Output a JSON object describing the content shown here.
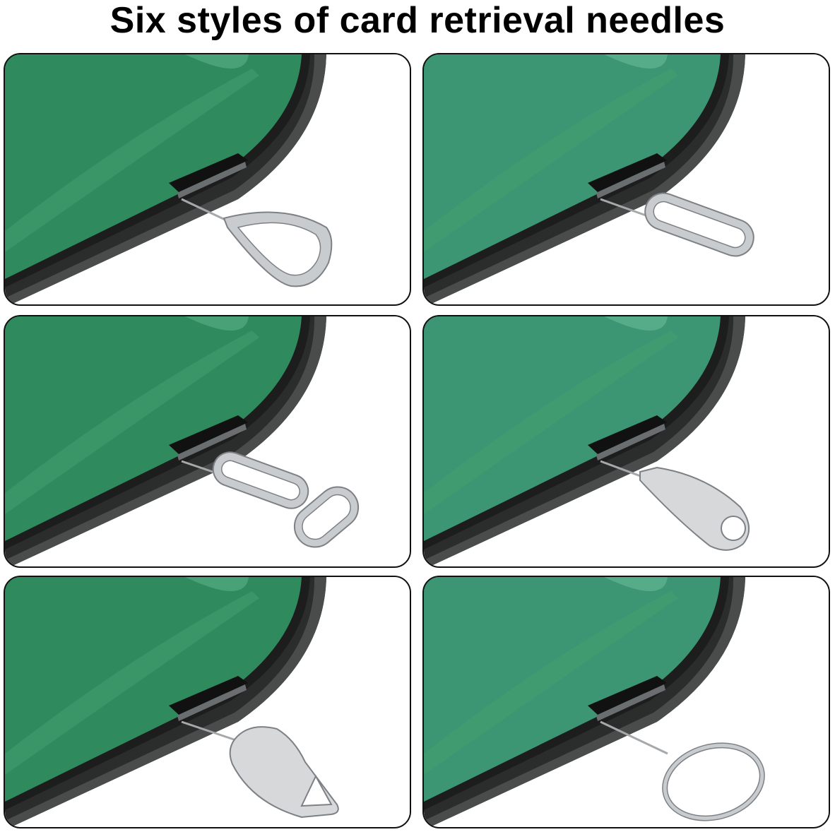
{
  "title": "Six styles of card retrieval needles",
  "colors": {
    "screen_green": "#2f8a5e",
    "screen_green_light": "#5fb58d",
    "phone_body": "#2b2d2c",
    "phone_edge": "#4a4c4b",
    "tool_metal": "#c9cccf",
    "tool_outline": "#7d8185"
  },
  "cards": [
    {
      "style": "teardrop-loop",
      "icon": "teardrop-loop-ejector-icon"
    },
    {
      "style": "oval-loop",
      "icon": "oval-loop-ejector-icon"
    },
    {
      "style": "double-loop",
      "icon": "double-loop-ejector-icon"
    },
    {
      "style": "paddle-with-hole",
      "icon": "paddle-ejector-icon"
    },
    {
      "style": "flat-teardrop-triangle-hole",
      "icon": "triangle-hole-ejector-icon"
    },
    {
      "style": "round-ring",
      "icon": "ring-ejector-icon"
    }
  ]
}
